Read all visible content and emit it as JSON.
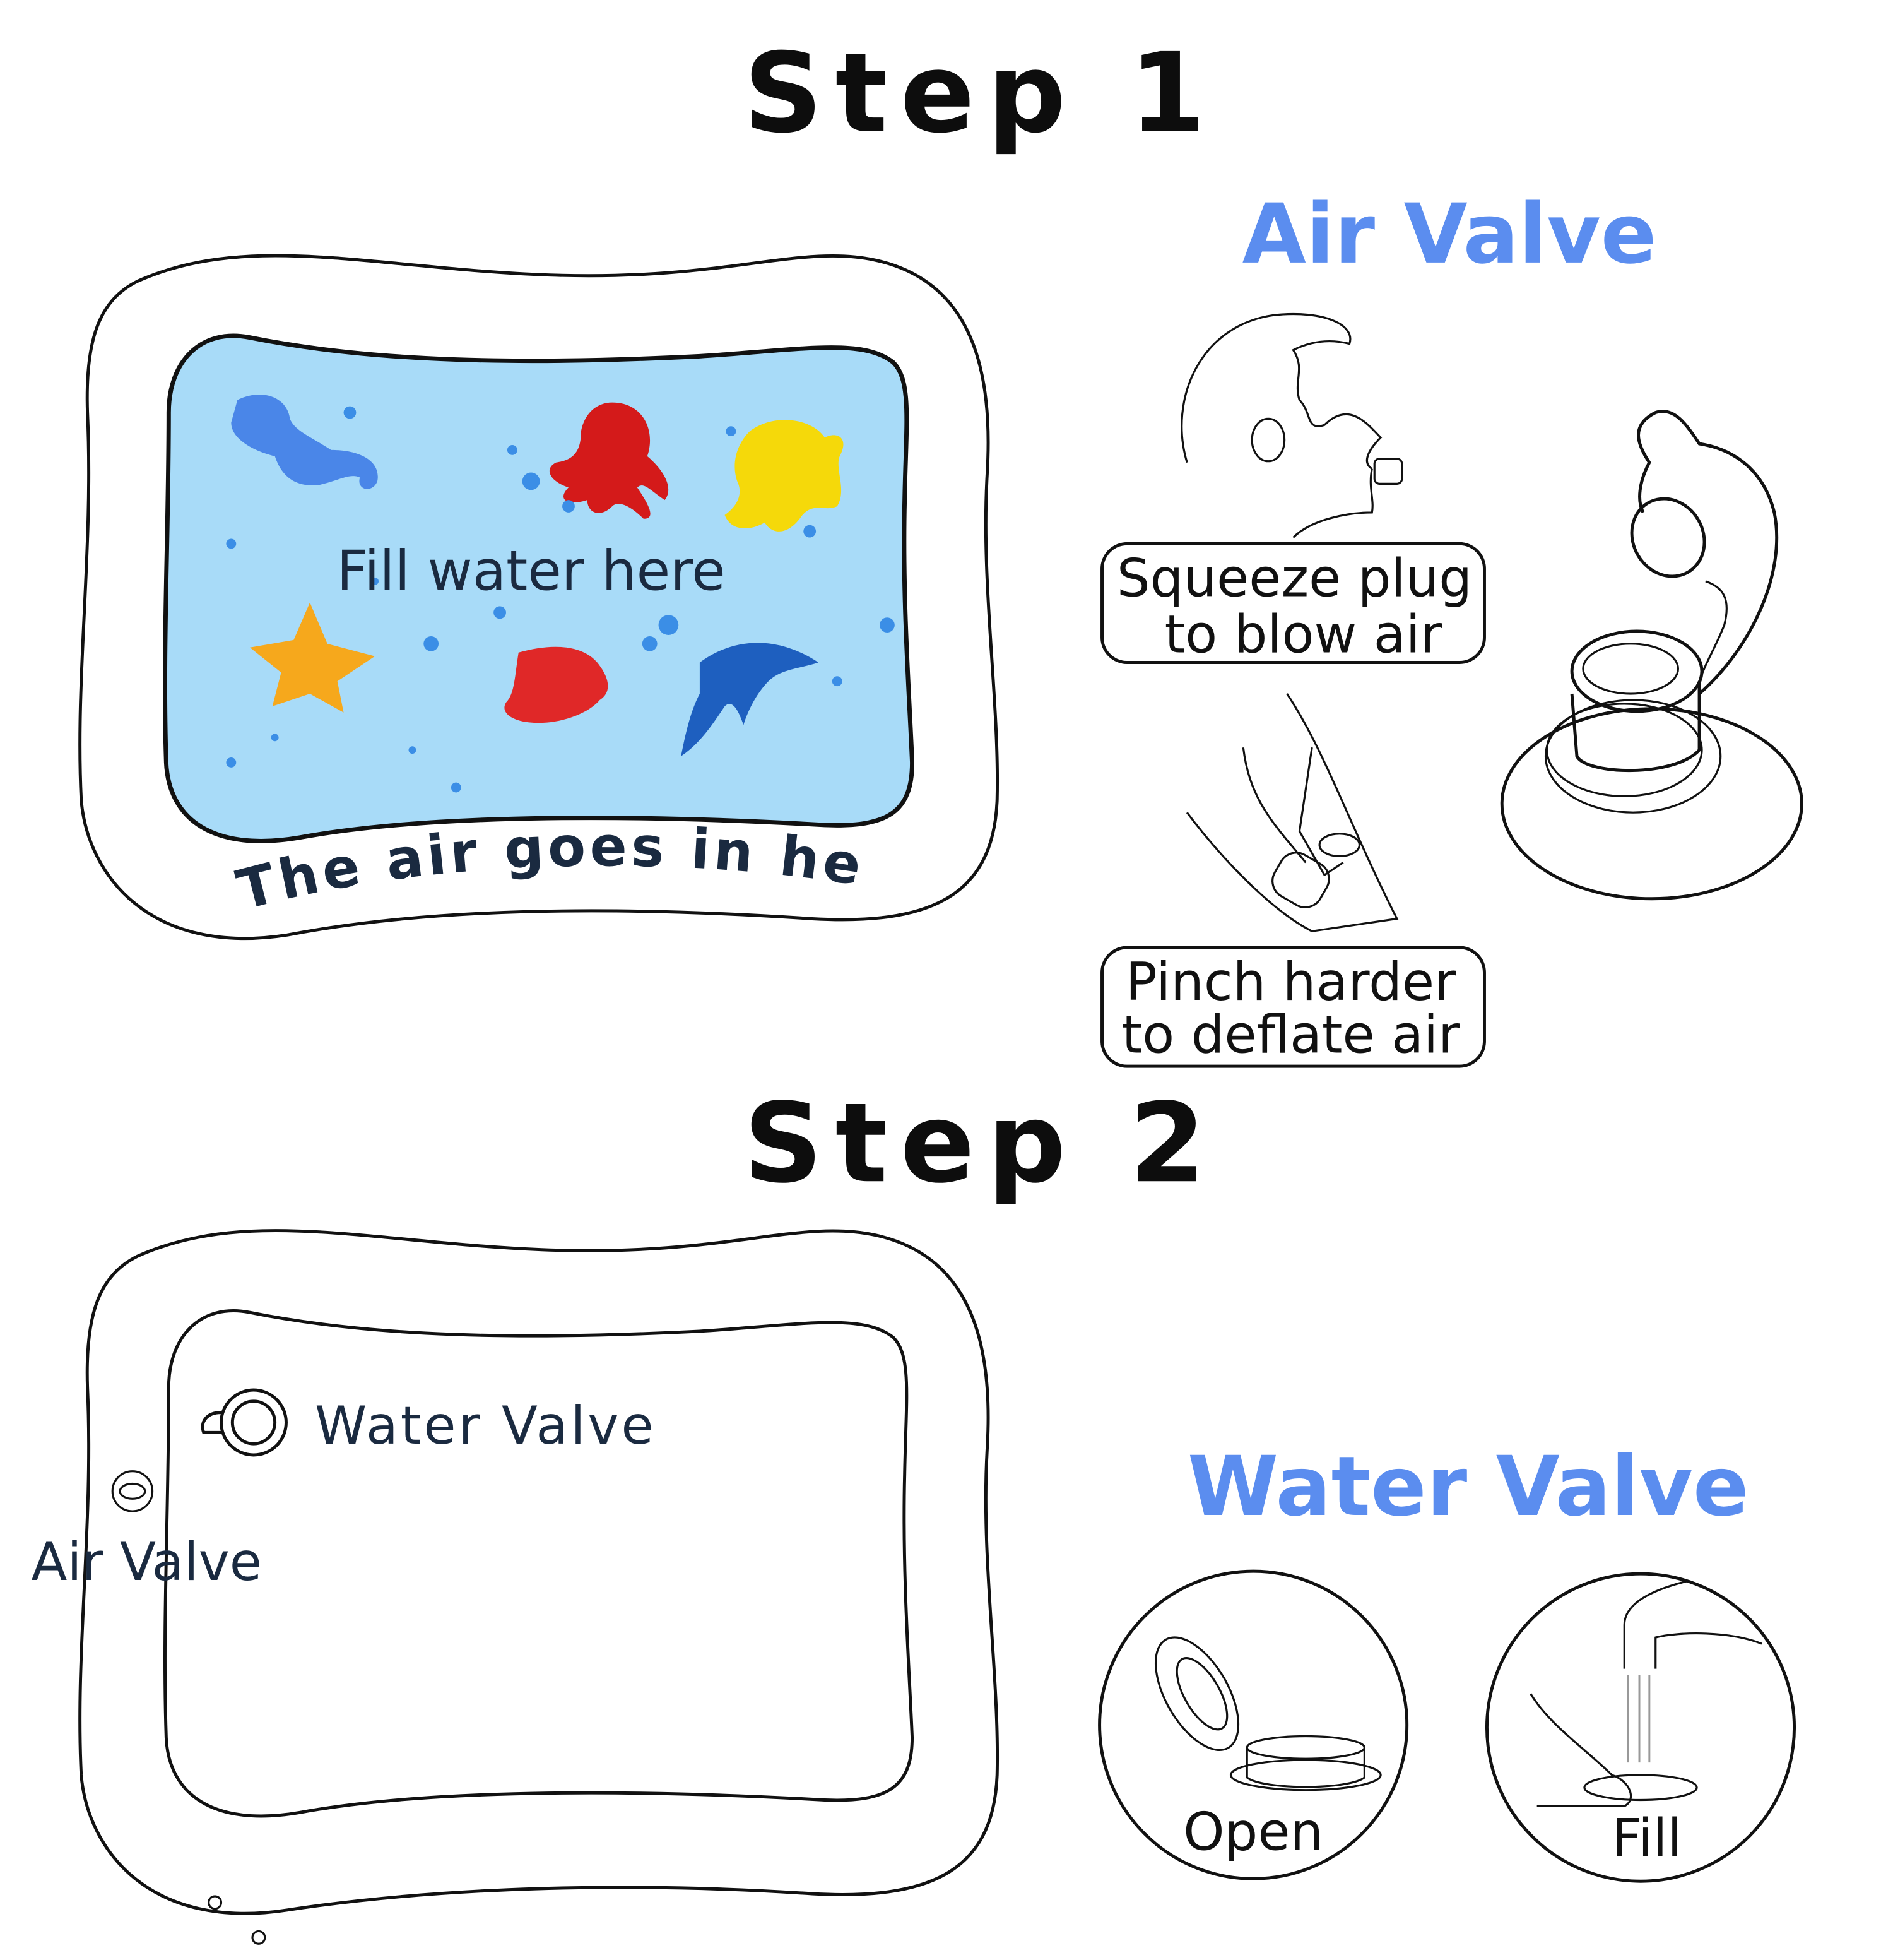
{
  "step1": {
    "title": "Step 1",
    "mat": {
      "fill_label": "Fill water here",
      "air_label": "The air goes in here",
      "water_color": "#A8DBF8"
    },
    "air_valve": {
      "heading": "Air Valve",
      "instruction1_line1": "Squeeze plug",
      "instruction1_line2": "to blow air",
      "instruction2_line1": "Pinch harder",
      "instruction2_line2": "to deflate air"
    }
  },
  "step2": {
    "title": "Step 2",
    "mat": {
      "water_valve_label": "Water Valve",
      "air_valve_label": "Air Valve"
    },
    "water_valve": {
      "heading": "Water Valve",
      "open_label": "Open",
      "fill_label": "Fill"
    }
  },
  "colors": {
    "accent": "#5B8DEF",
    "text_dark": "#1a2a40"
  }
}
